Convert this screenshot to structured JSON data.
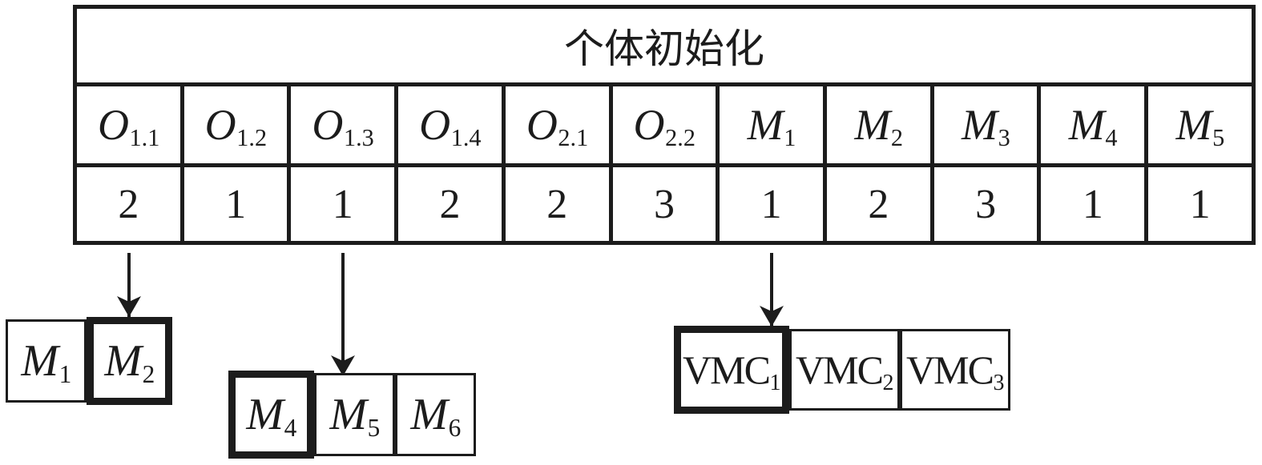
{
  "table": {
    "title": "个体初始化",
    "headers": [
      {
        "base": "O",
        "sub": "1.1"
      },
      {
        "base": "O",
        "sub": "1.2"
      },
      {
        "base": "O",
        "sub": "1.3"
      },
      {
        "base": "O",
        "sub": "1.4"
      },
      {
        "base": "O",
        "sub": "2.1"
      },
      {
        "base": "O",
        "sub": "2.2"
      },
      {
        "base": "M",
        "sub": "1"
      },
      {
        "base": "M",
        "sub": "2"
      },
      {
        "base": "M",
        "sub": "3"
      },
      {
        "base": "M",
        "sub": "4"
      },
      {
        "base": "M",
        "sub": "5"
      }
    ],
    "values": [
      "2",
      "1",
      "1",
      "2",
      "2",
      "3",
      "1",
      "2",
      "3",
      "1",
      "1"
    ]
  },
  "option_groups": [
    {
      "id": "o11-machine-options",
      "style": "machine",
      "boxes": [
        {
          "base": "M",
          "sub": "1",
          "selected": false
        },
        {
          "base": "M",
          "sub": "2",
          "selected": true
        }
      ]
    },
    {
      "id": "o13-machine-options",
      "style": "machine",
      "boxes": [
        {
          "base": "M",
          "sub": "4",
          "selected": true
        },
        {
          "base": "M",
          "sub": "5",
          "selected": false
        },
        {
          "base": "M",
          "sub": "6",
          "selected": false
        }
      ]
    },
    {
      "id": "m1-vmc-options",
      "style": "vmc",
      "boxes": [
        {
          "base": "VMC",
          "sub": "1",
          "selected": true
        },
        {
          "base": "VMC",
          "sub": "2",
          "selected": false
        },
        {
          "base": "VMC",
          "sub": "3",
          "selected": false
        }
      ]
    }
  ],
  "colors": {
    "ink": "#1c1c1c",
    "background": "#ffffff"
  }
}
